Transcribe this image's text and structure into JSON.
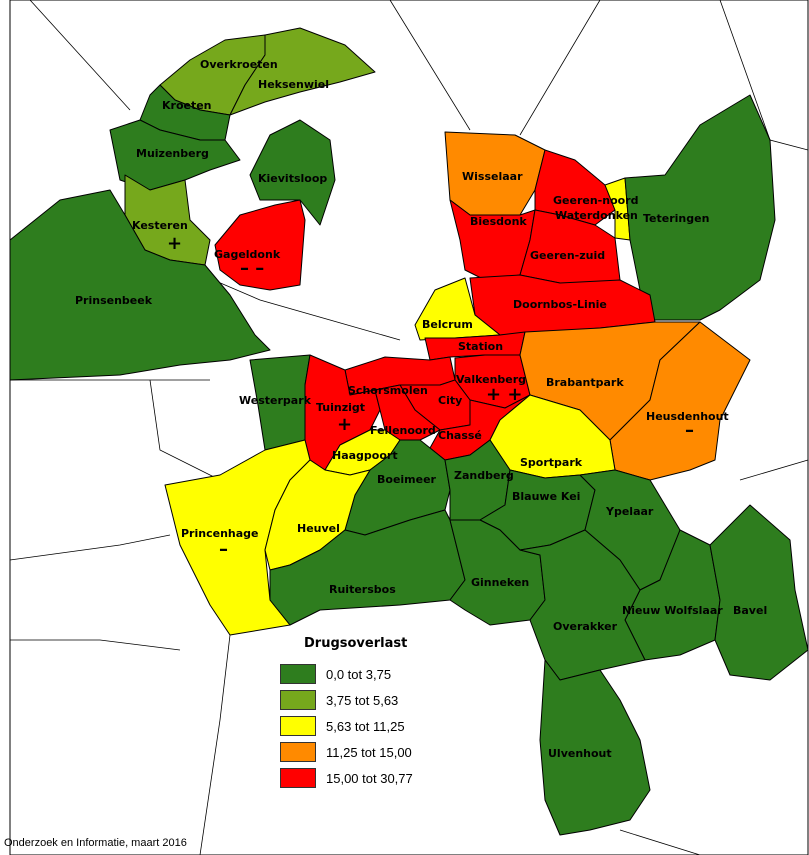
{
  "legend": {
    "title": "Drugsoverlast",
    "classes": [
      {
        "label": "0,0 tot 3,75",
        "color": "#2e7d1e"
      },
      {
        "label": "3,75 tot 5,63",
        "color": "#76a81c"
      },
      {
        "label": "5,63 tot 11,25",
        "color": "#ffff00"
      },
      {
        "label": "11,25 tot 15,00",
        "color": "#ff8a00"
      },
      {
        "label": "15,00 tot 30,77",
        "color": "#ff0000"
      }
    ]
  },
  "credit": "Onderzoek en Informatie, maart 2016",
  "districts": [
    {
      "name": "Overkroeten",
      "class": 1
    },
    {
      "name": "Heksenwiel",
      "class": 1
    },
    {
      "name": "Kroeten",
      "class": 0
    },
    {
      "name": "Muizenberg",
      "class": 0
    },
    {
      "name": "Kievitsloop",
      "class": 0
    },
    {
      "name": "Kesteren",
      "class": 1,
      "marker": "+"
    },
    {
      "name": "Gageldonk",
      "class": 4,
      "marker": "– –"
    },
    {
      "name": "Prinsenbeek",
      "class": 0
    },
    {
      "name": "Wisselaar",
      "class": 3
    },
    {
      "name": "Geeren-noord",
      "class": 4
    },
    {
      "name": "Waterdonken",
      "class": 2
    },
    {
      "name": "Biesdonk",
      "class": 4
    },
    {
      "name": "Teteringen",
      "class": 0
    },
    {
      "name": "Geeren-zuid",
      "class": 4
    },
    {
      "name": "Doornbos-Linie",
      "class": 4
    },
    {
      "name": "Belcrum",
      "class": 2
    },
    {
      "name": "Station",
      "class": 4
    },
    {
      "name": "Valkenberg",
      "class": 4,
      "marker": "+ +"
    },
    {
      "name": "Brabantpark",
      "class": 3
    },
    {
      "name": "Schorsmolen",
      "class": 4
    },
    {
      "name": "City",
      "class": 4
    },
    {
      "name": "Westerpark",
      "class": 0
    },
    {
      "name": "Tuinzigt",
      "class": 4,
      "marker": "+"
    },
    {
      "name": "Fellenoord",
      "class": 4
    },
    {
      "name": "Chassé",
      "class": 4
    },
    {
      "name": "Heusdenhout",
      "class": 3,
      "marker": "–"
    },
    {
      "name": "Haagpoort",
      "class": 2
    },
    {
      "name": "Sportpark",
      "class": 2
    },
    {
      "name": "Boeimeer",
      "class": 0
    },
    {
      "name": "Zandberg",
      "class": 0
    },
    {
      "name": "Blauwe Kei",
      "class": 0
    },
    {
      "name": "Princenhage",
      "class": 2,
      "marker": "–"
    },
    {
      "name": "Heuvel",
      "class": 2
    },
    {
      "name": "Ypelaar",
      "class": 0
    },
    {
      "name": "Ruitersbos",
      "class": 0
    },
    {
      "name": "Ginneken",
      "class": 0
    },
    {
      "name": "Nieuw Wolfslaar",
      "class": 0
    },
    {
      "name": "Bavel",
      "class": 0
    },
    {
      "name": "Overakker",
      "class": 0
    },
    {
      "name": "Ulvenhout",
      "class": 0
    }
  ]
}
